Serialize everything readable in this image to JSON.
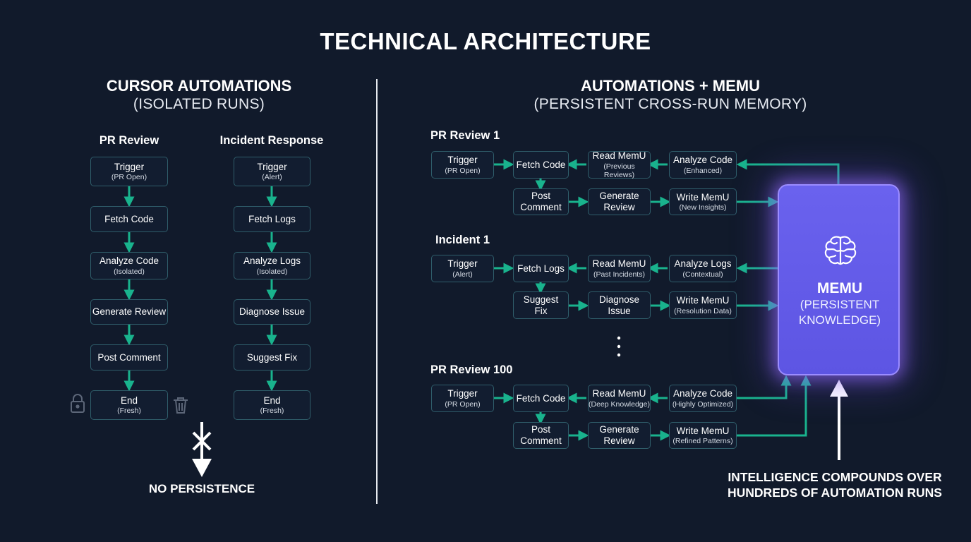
{
  "title": "TECHNICAL ARCHITECTURE",
  "left": {
    "title": "CURSOR AUTOMATIONS",
    "subtitle": "(ISOLATED RUNS)",
    "lanes": [
      {
        "label": "PR Review",
        "steps": [
          {
            "l1": "Trigger",
            "l2": "(PR Open)"
          },
          {
            "l1": "Fetch Code",
            "l2": ""
          },
          {
            "l1": "Analyze Code",
            "l2": "(Isolated)"
          },
          {
            "l1": "Generate Review",
            "l2": ""
          },
          {
            "l1": "Post Comment",
            "l2": ""
          },
          {
            "l1": "End",
            "l2": "(Fresh)"
          }
        ]
      },
      {
        "label": "Incident Response",
        "steps": [
          {
            "l1": "Trigger",
            "l2": "(Alert)"
          },
          {
            "l1": "Fetch Logs",
            "l2": ""
          },
          {
            "l1": "Analyze Logs",
            "l2": "(Isolated)"
          },
          {
            "l1": "Diagnose Issue",
            "l2": ""
          },
          {
            "l1": "Suggest Fix",
            "l2": ""
          },
          {
            "l1": "End",
            "l2": "(Fresh)"
          }
        ]
      }
    ],
    "footer": "NO PERSISTENCE"
  },
  "right": {
    "title": "AUTOMATIONS + MEMU",
    "subtitle": "(PERSISTENT CROSS-RUN MEMORY)",
    "runs": [
      {
        "label": "PR Review 1",
        "top": [
          {
            "l1": "Trigger",
            "l2": "(PR Open)"
          },
          {
            "l1": "Fetch Code",
            "l2": ""
          },
          {
            "l1": "Read MemU",
            "l2": "(Previous Reviews)"
          },
          {
            "l1": "Analyze Code",
            "l2": "(Enhanced)"
          }
        ],
        "bottom": [
          {
            "l1": "Post",
            "l2": "Comment"
          },
          {
            "l1": "Generate",
            "l2": "Review"
          },
          {
            "l1": "Write MemU",
            "l2": "(New Insights)"
          }
        ]
      },
      {
        "label": "Incident 1",
        "top": [
          {
            "l1": "Trigger",
            "l2": "(Alert)"
          },
          {
            "l1": "Fetch Logs",
            "l2": ""
          },
          {
            "l1": "Read MemU",
            "l2": "(Past Incidents)"
          },
          {
            "l1": "Analyze Logs",
            "l2": "(Contextual)"
          }
        ],
        "bottom": [
          {
            "l1": "Suggest",
            "l2": "Fix"
          },
          {
            "l1": "Diagnose",
            "l2": "Issue"
          },
          {
            "l1": "Write MemU",
            "l2": "(Resolution Data)"
          }
        ]
      },
      {
        "label": "PR Review 100",
        "top": [
          {
            "l1": "Trigger",
            "l2": "(PR Open)"
          },
          {
            "l1": "Fetch Code",
            "l2": ""
          },
          {
            "l1": "Read MemU",
            "l2": "(Deep Knowledge)"
          },
          {
            "l1": "Analyze Code",
            "l2": "(Highly Optimized)"
          }
        ],
        "bottom": [
          {
            "l1": "Post",
            "l2": "Comment"
          },
          {
            "l1": "Generate",
            "l2": "Review"
          },
          {
            "l1": "Write MemU",
            "l2": "(Refined Patterns)"
          }
        ]
      }
    ],
    "memu": {
      "name": "MEMU",
      "subtitle": "(PERSISTENT KNOWLEDGE)"
    },
    "footer": "INTELLIGENCE COMPOUNDS OVER HUNDREDS OF AUTOMATION RUNS"
  },
  "colors": {
    "background": "#111a2b",
    "node_border": "#2f5d6a",
    "arrow": "#19b38d",
    "memu_fill": "#5d55e3",
    "memu_glow": "#9b8cff"
  },
  "icons": [
    "lock-icon",
    "trash-icon",
    "brain-icon",
    "x-mark-icon",
    "ellipsis-icon"
  ]
}
